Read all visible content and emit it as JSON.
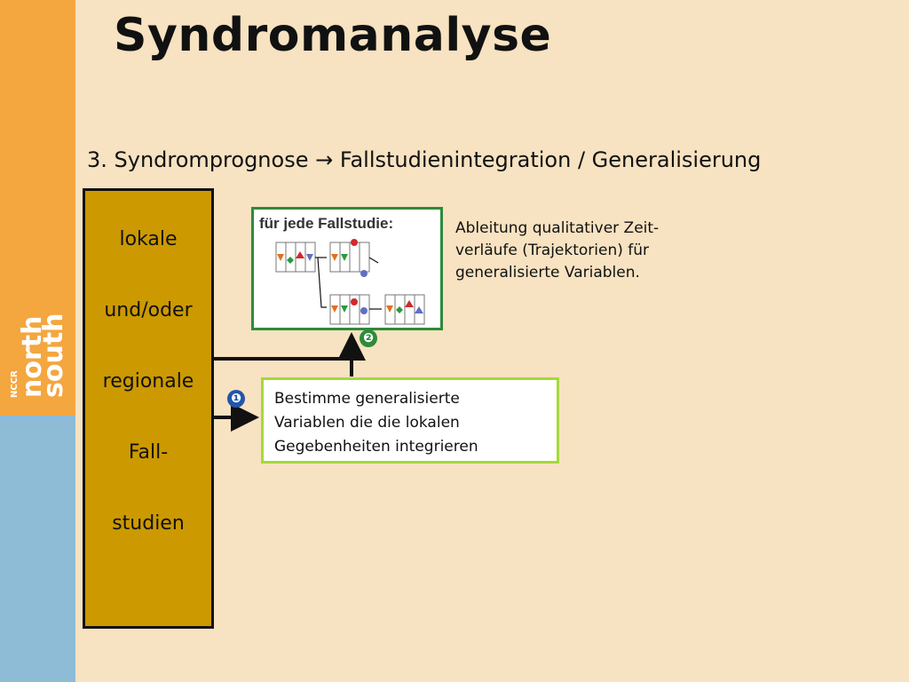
{
  "slide": {
    "title": "Syndromanalyse",
    "subtitle": "3. Syndromprognose → Fallstudienintegration / Generalisierung"
  },
  "logo": {
    "line1": "north",
    "line2": "south",
    "tag": "NCCR"
  },
  "case_box": {
    "words": [
      "lokale",
      "und/oder",
      "regionale",
      "Fall-",
      "studien"
    ]
  },
  "step1": {
    "badge": "❶",
    "lines": [
      "Bestimme generalisierte",
      "Variablen die die lokalen",
      "Gegebenheiten integrieren"
    ]
  },
  "step2": {
    "badge": "❷",
    "box_label": "für jede Fallstudie:",
    "description": [
      "Ableitung qualitativer Zeit-",
      "verläufe (Trajektorien) für",
      "generalisierte Variablen."
    ]
  },
  "colors": {
    "background": "#f7e2c1",
    "band_orange": "#f4a63f",
    "band_blue": "#8ebbd6",
    "case_box": "#cc9900",
    "step2_border": "#2e8b3a",
    "step1_border": "#a6d83a"
  }
}
